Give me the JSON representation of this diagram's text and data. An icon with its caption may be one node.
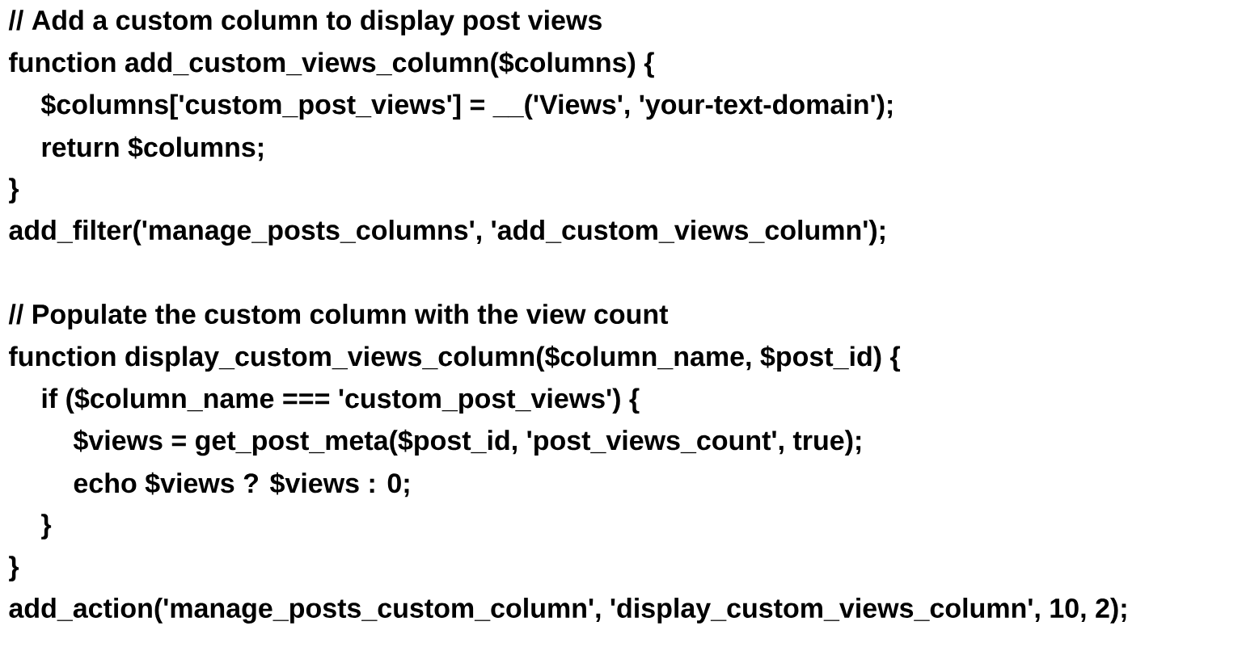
{
  "diagram": {
    "labels": [
      "// Add a custom column to display post views",
      "function add_custom_views_column($columns) {",
      "$columns['custom_post_views'] = __('Views', 'your-text-domain');",
      "return $columns;",
      "}",
      "add_filter('manage_posts_columns', 'add_custom_views_column');",
      "// Populate the custom column with the view count",
      "function display_custom_views_column($column_name, $post_id) {",
      "if ($column_name === 'custom_post_views') {",
      "$views = get_post_meta($post_id, 'post_views_count', true);",
      "echo $views ? $views : 0;",
      "}",
      "}",
      "add_action('manage_posts_custom_column', 'display_custom_views_column', 10, 2);"
    ]
  }
}
